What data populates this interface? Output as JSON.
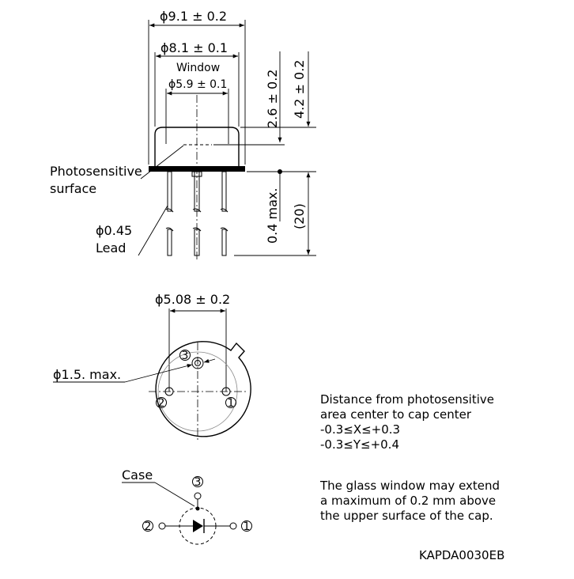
{
  "side_view": {
    "dim_outer": "ϕ9.1 ± 0.2",
    "dim_cap": "ϕ8.1 ± 0.1",
    "window_label": "Window",
    "dim_window": "ϕ5.9 ± 0.1",
    "dim_height_cap": "2.6 ± 0.2",
    "dim_height_total": "4.2 ± 0.2",
    "dim_gap": "0.4 max.",
    "dim_lead_length": "(20)",
    "photosensitive_label_1": "Photosensitive",
    "photosensitive_label_2": "surface",
    "lead_dim": "ϕ0.45",
    "lead_label": "Lead"
  },
  "bottom_view": {
    "dim_pitch": "ϕ5.08 ± 0.2",
    "dim_pin3": "ϕ1.5. max.",
    "pin_1": "1",
    "pin_2": "2",
    "pin_3": "3"
  },
  "schematic": {
    "case_label": "Case",
    "pin_1": "1",
    "pin_2": "2",
    "pin_3": "3"
  },
  "notes": {
    "distance_lines": [
      "Distance from photosensitive",
      "area center to cap center",
      "-0.3≤X≤+0.3",
      "-0.3≤Y≤+0.4"
    ],
    "glass_lines": [
      "The glass window may extend",
      "a maximum of 0.2 mm above",
      "the upper surface of the cap."
    ]
  },
  "drawing_code": "KAPDA0030EB"
}
